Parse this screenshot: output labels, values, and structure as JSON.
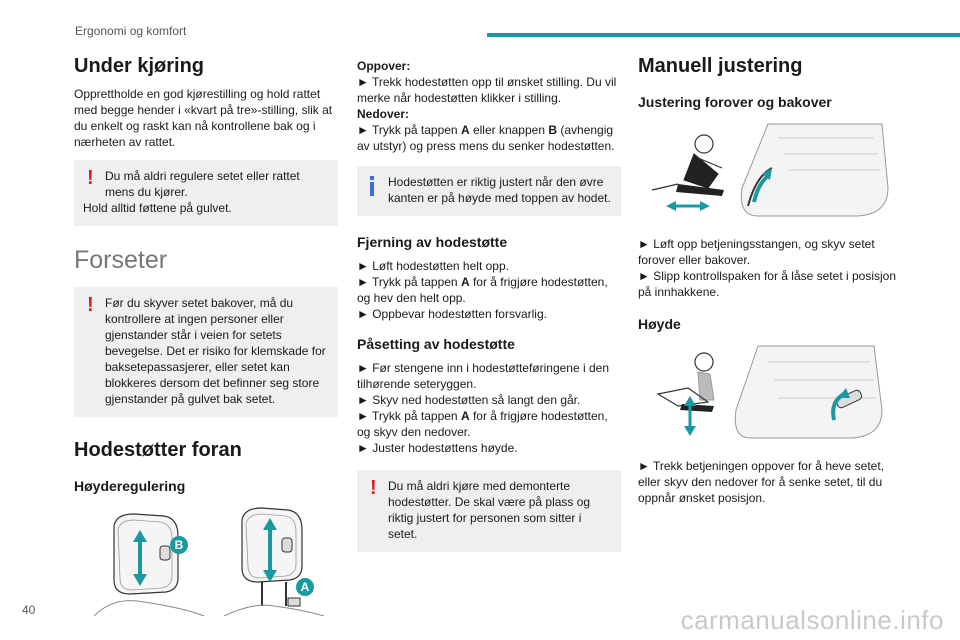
{
  "header": {
    "title": "Ergonomi og komfort"
  },
  "colors": {
    "accent": "#1a9aa0",
    "warning": "#d81f26",
    "info": "#3b6fd6"
  },
  "col1": {
    "under_kjoring_title": "Under kjøring",
    "under_kjoring_text": "Opprettholde en god kjørestilling og hold rattet med begge hender i «kvart på tre»-stilling, slik at du enkelt og raskt kan nå kontrollene bak og i nærheten av rattet.",
    "warn1_line1": "Du må aldri regulere setet eller rattet mens du kjører.",
    "warn1_line2": "Hold alltid føttene på gulvet.",
    "forseter_title": "Forseter",
    "warn2_text": "Før du skyver setet bakover, må du kontrollere at ingen personer eller gjenstander står i veien for setets bevegelse. Det er risiko for klemskade for baksetepassasjerer, eller setet kan blokkeres dersom det befinner seg store gjenstander på gulvet bak setet.",
    "hodestotter_title": "Hodestøtter foran",
    "hoyderegulering_title": "Høyderegulering",
    "fig_label_b": "B",
    "fig_label_a": "A"
  },
  "col2": {
    "oppover_label": "Oppover:",
    "oppover_text": "► Trekk hodestøtten opp til ønsket stilling. Du vil merke når hodestøtten klikker i stilling.",
    "nedover_label": "Nedover:",
    "nedover_pre": "► Trykk på tappen ",
    "nedover_a": "A",
    "nedover_mid": " eller knappen ",
    "nedover_b": "B",
    "nedover_post": " (avhengig av utstyr) og press mens du senker hodestøtten.",
    "info_text": "Hodestøtten er riktig justert når den øvre kanten er på høyde med toppen av hodet.",
    "fjerning_title": "Fjerning av hodestøtte",
    "fjerning_1": "► Løft hodestøtten helt opp.",
    "fjerning_2_pre": "► Trykk på tappen ",
    "fjerning_2_a": "A",
    "fjerning_2_post": " for å frigjøre hodestøtten, og hev den helt opp.",
    "fjerning_3": "► Oppbevar hodestøtten forsvarlig.",
    "pasetting_title": "Påsetting av hodestøtte",
    "pasetting_1": "► Før stengene inn i hodestøtteføringene i den tilhørende seteryggen.",
    "pasetting_2": "► Skyv ned hodestøtten så langt den går.",
    "pasetting_3_pre": "► Trykk på tappen ",
    "pasetting_3_a": "A",
    "pasetting_3_post": " for å frigjøre hodestøtten, og skyv den nedover.",
    "pasetting_4": "► Juster hodestøttens høyde.",
    "warn3_text": "Du må aldri kjøre med demonterte hodestøtter. De skal være på plass og riktig justert for personen som sitter i setet."
  },
  "col3": {
    "manuell_title": "Manuell justering",
    "forover_title": "Justering forover og bakover",
    "forover_1": "► Løft opp betjeningsstangen, og skyv setet forover eller bakover.",
    "forover_2": "► Slipp kontrollspaken for å låse setet i posisjon på innhakkene.",
    "hoyde_title": "Høyde",
    "hoyde_1": "► Trekk betjeningen oppover for å heve setet, eller skyv den nedover for å senke setet, til du oppnår ønsket posisjon."
  },
  "footer": {
    "page_number": "40",
    "watermark": "carmanualsonline.info"
  }
}
